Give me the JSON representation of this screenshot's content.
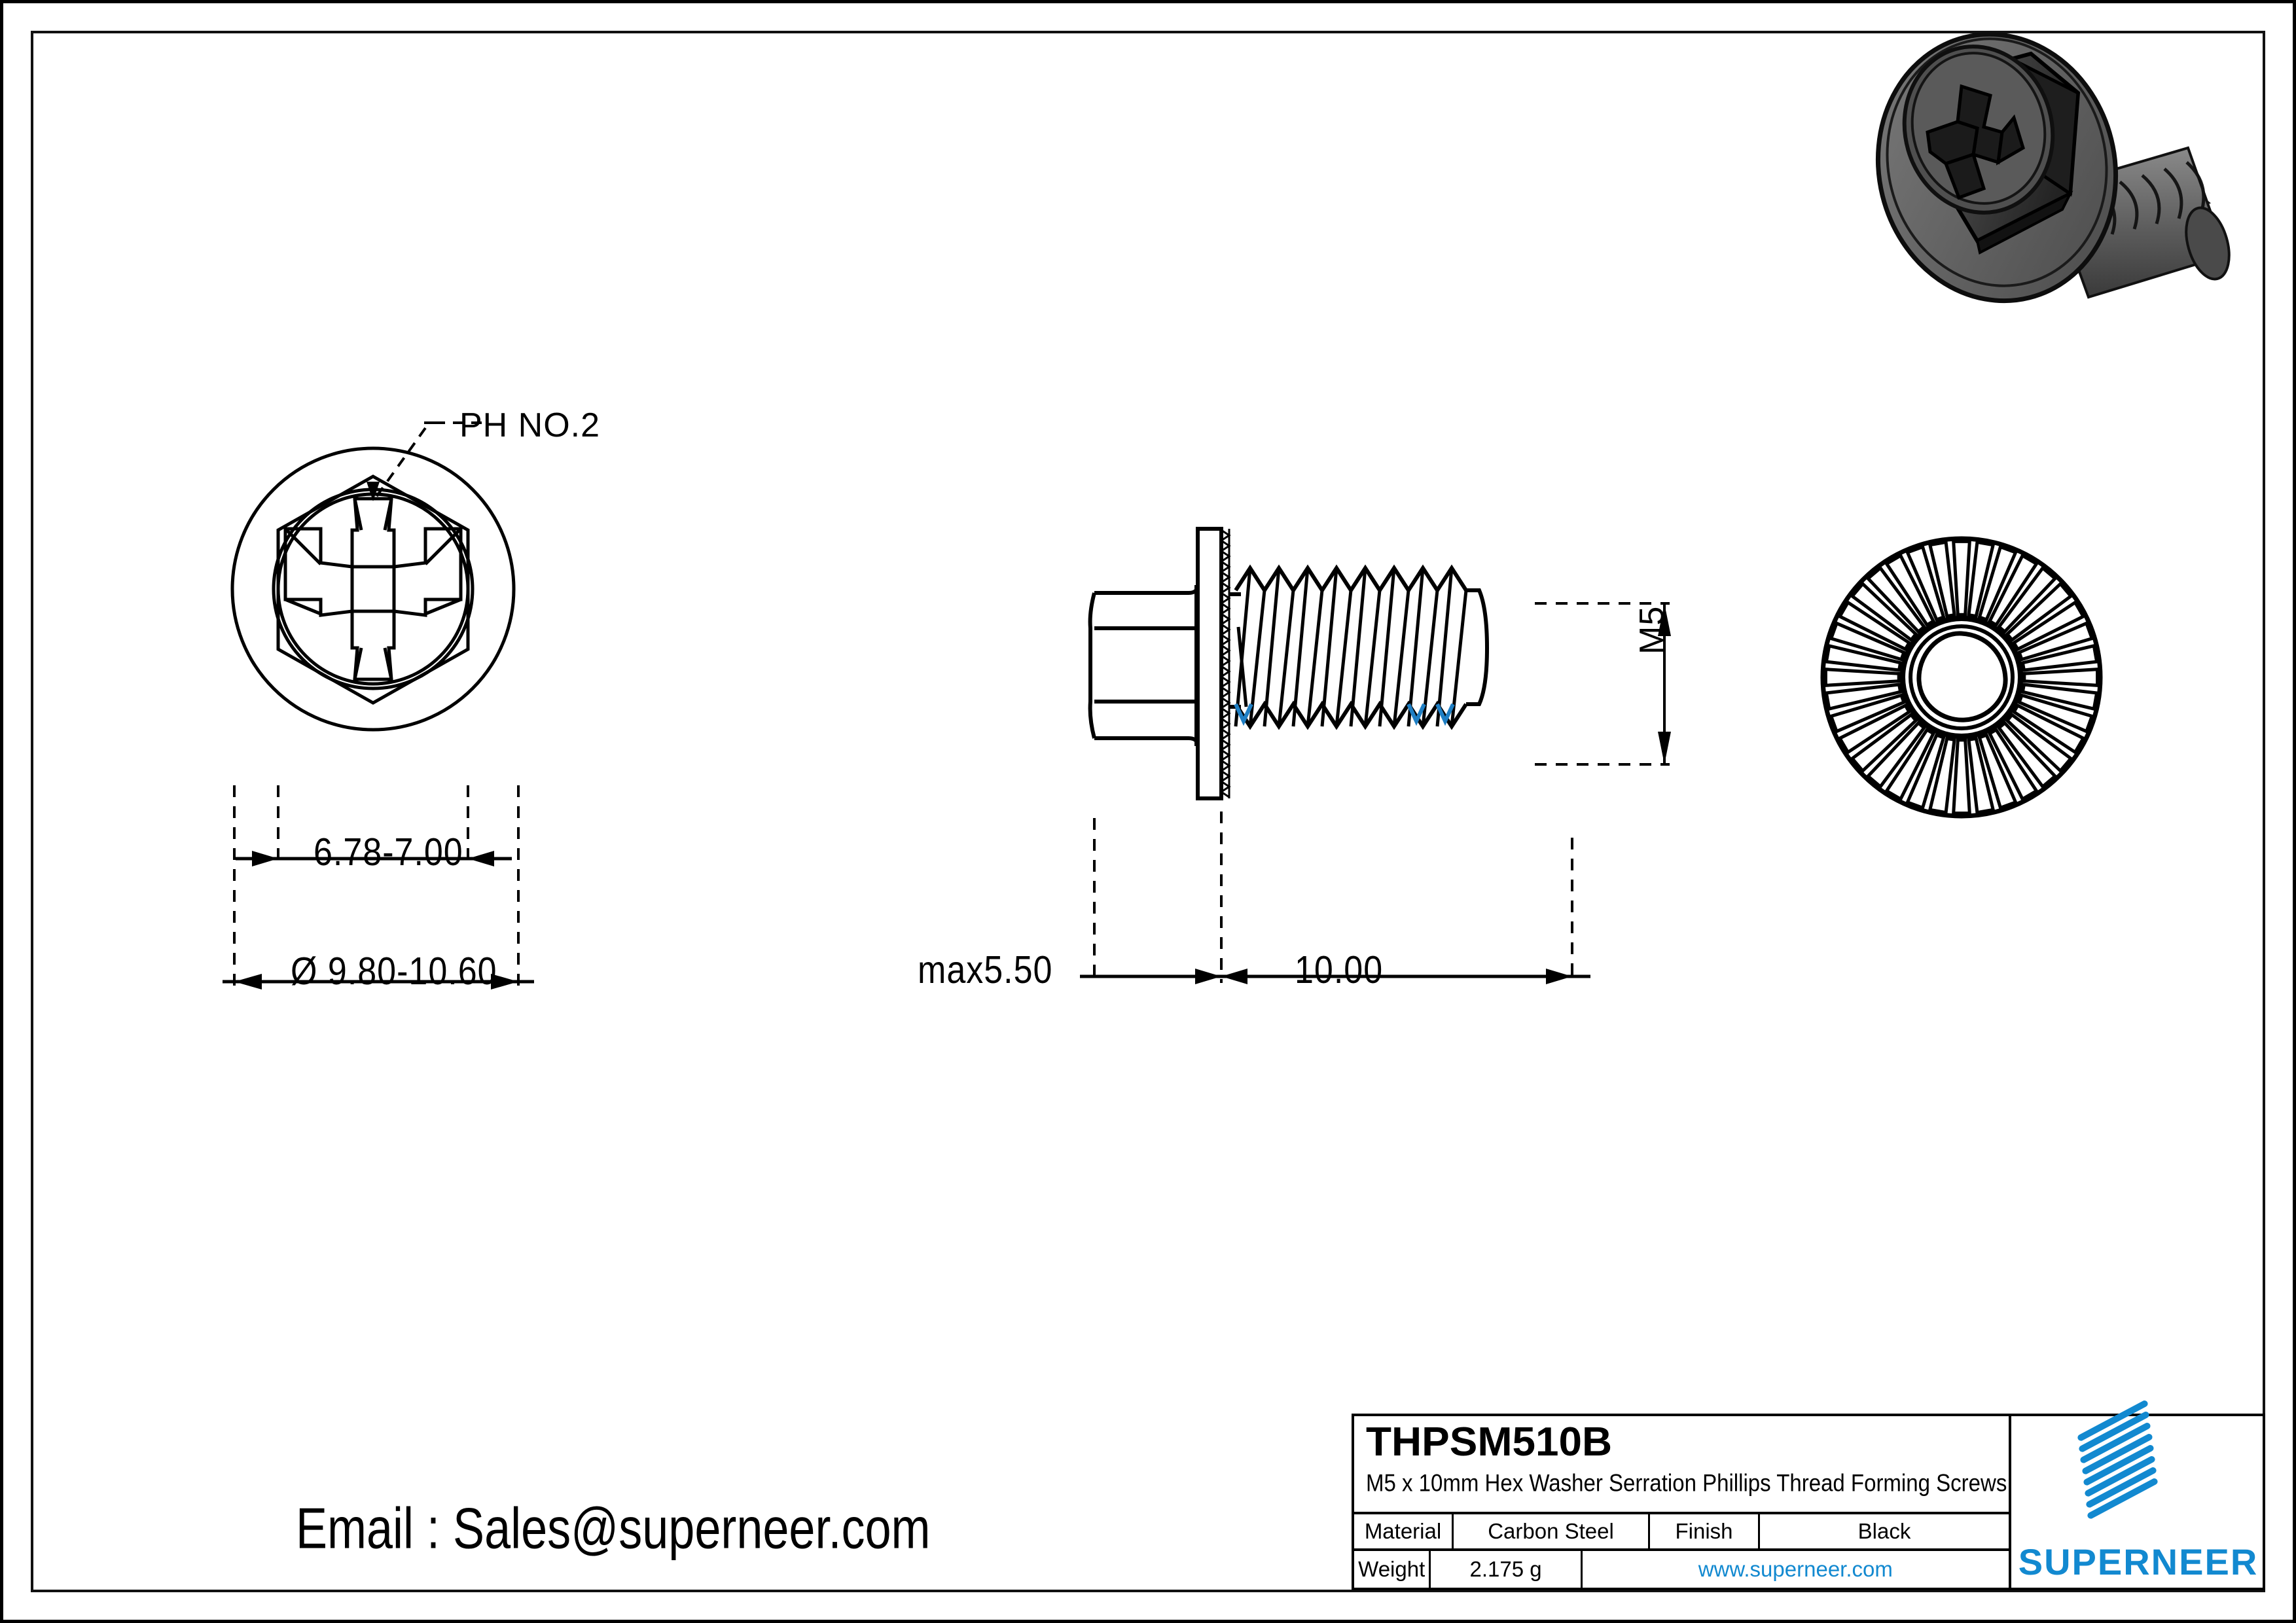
{
  "drawing": {
    "title_block": {
      "part_code": "THPSM510B",
      "description": "M5 x 10mm Hex Washer Serration Phillips Thread Forming  Screws",
      "rows": [
        {
          "label": "Material",
          "value": "Carbon Steel",
          "label2": "Finish",
          "value2": "Black"
        },
        {
          "label": "Weight",
          "value": "2.175 g",
          "website": "www.superneer.com"
        }
      ],
      "logo_text": "SUPERNEER",
      "logo_color": "#1289D0",
      "link_color": "#1289D0"
    },
    "contact": {
      "email_line": "Email : Sales@superneer.com"
    },
    "views": {
      "head_view": {
        "name": "head-top-view",
        "callout": "PH NO.2",
        "dim_across_flats": "6.78-7.00",
        "dim_flange_diameter": "Ø 9.80-10.60"
      },
      "side_view": {
        "name": "side-elevation-view",
        "dim_head_height": "max5.50",
        "dim_thread_length": "10.00",
        "dim_thread_size": "M5"
      },
      "washer_view": {
        "name": "serrated-washer-bottom-view",
        "serration_count": 36
      },
      "render_3d": {
        "name": "isometric-render",
        "body_color": "#6e6e6e",
        "shadow_color": "#2b2b2b"
      }
    }
  }
}
